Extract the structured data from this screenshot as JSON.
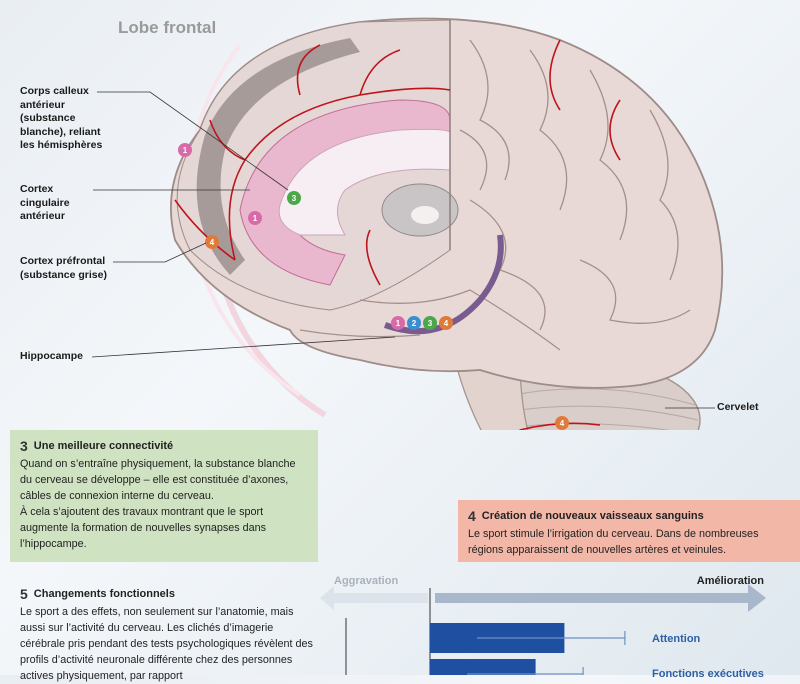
{
  "lobe_title": "Lobe frontal",
  "labels": {
    "corps_calleux": "Corps calleux\nantérieur\n(substance\nblanche), reliant\nles hémisphères",
    "cortex_cingulaire": "Cortex\ncingulaire\nantérieur",
    "cortex_prefrontal": "Cortex préfrontal\n(substance grise)",
    "hippocampe": "Hippocampe",
    "cervelet": "Cervelet"
  },
  "badges": [
    "1",
    "2",
    "3",
    "4"
  ],
  "badge_colors": {
    "1": "#d96aa8",
    "2": "#3a8fd0",
    "3": "#4aa84a",
    "4": "#e07a3a"
  },
  "box3": {
    "number": "3",
    "title": "Une meilleure connectivité",
    "text1": "Quand on s’entraîne physiquement, la substance blanche du cerveau se développe – elle est constituée d’axones, câbles de connexion interne du cerveau.",
    "text2": "À cela s’ajoutent des travaux montrant que le sport augmente la formation de nouvelles synapses dans l’hippocampe."
  },
  "box4": {
    "number": "4",
    "title": "Création de nouveaux vaisseaux sanguins",
    "text": "Le sport stimule l’irrigation du cerveau. Dans de nombreuses régions apparaissent de nouvelles artères et veinules."
  },
  "box5": {
    "number": "5",
    "title": "Changements fonctionnels",
    "text": "Le sport a des effets, non seulement sur l’anatomie, mais aussi sur l’activité du cerveau. Les clichés d’imagerie cérébrale pris pendant des tests psychologiques révèlent des profils d’activité neuronale différente chez des personnes actives physiquement, par rapport"
  },
  "scale": {
    "left_label": "Aggravation",
    "right_label": "Amélioration"
  },
  "bars": [
    {
      "label": "Attention",
      "value": 0.28
    },
    {
      "label": "Fonctions exécutives",
      "value": 0.22
    }
  ],
  "colors": {
    "bar": "#1e4fa0",
    "box3_bg": "#cfe3c2",
    "box4_bg": "#f3b7a8",
    "vessel": "#c0141c"
  }
}
